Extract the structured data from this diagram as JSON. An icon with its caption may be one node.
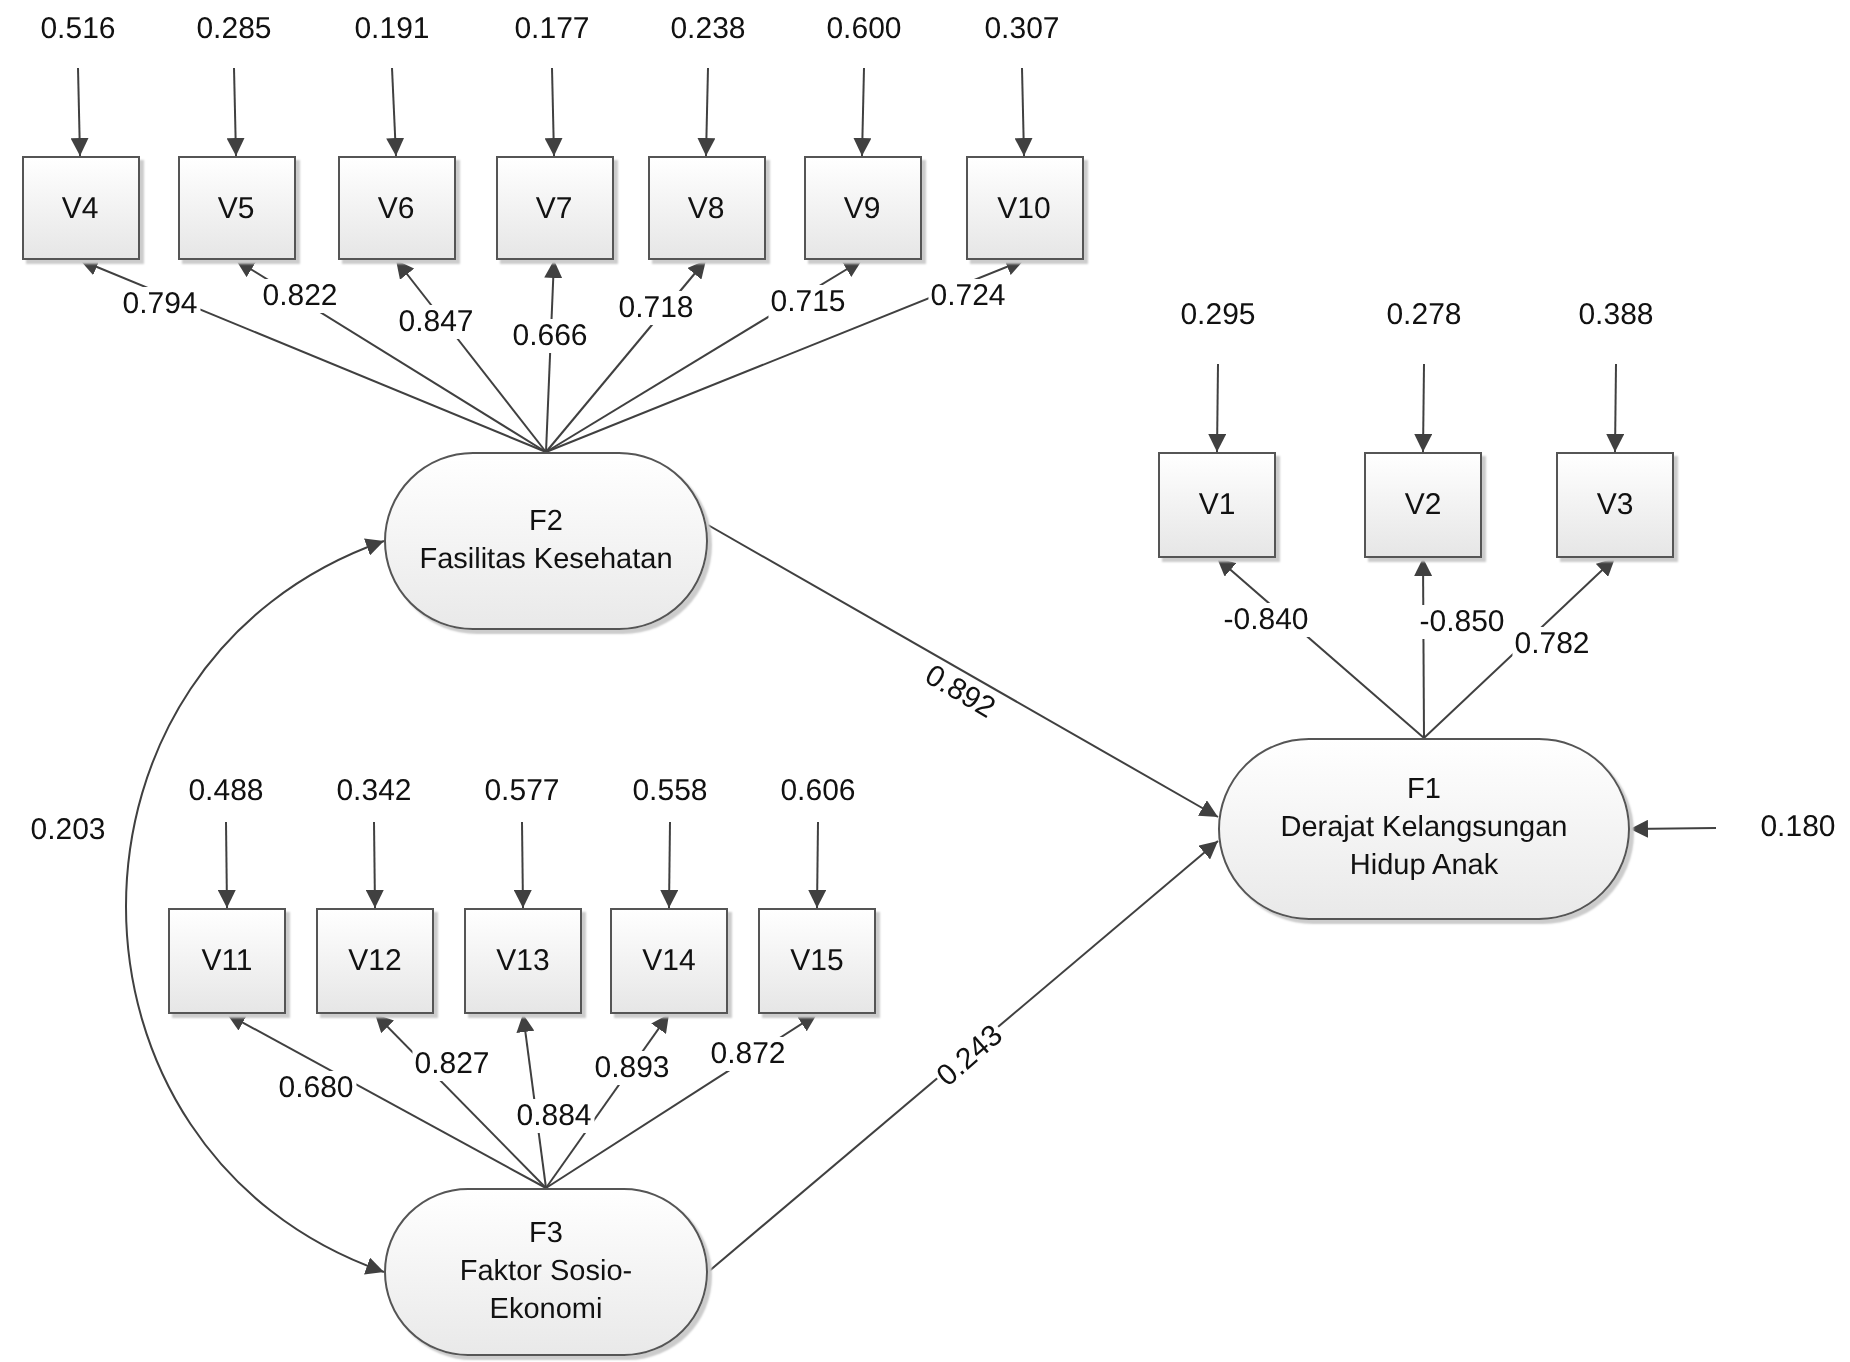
{
  "diagram": {
    "nodes": [
      {
        "text": [
          "0.516"
        ]
      },
      {
        "text": [
          "0.285"
        ]
      },
      {
        "text": [
          "0.191"
        ]
      },
      {
        "text": [
          "0.177"
        ]
      },
      {
        "text": [
          "0.238"
        ]
      },
      {
        "text": [
          "0.600"
        ]
      },
      {
        "text": [
          "0.307"
        ]
      },
      {
        "text": [
          "V4"
        ]
      },
      {
        "text": [
          "V5"
        ]
      },
      {
        "text": [
          "V6"
        ]
      },
      {
        "text": [
          "V7"
        ]
      },
      {
        "text": [
          "V8"
        ]
      },
      {
        "text": [
          "V9"
        ]
      },
      {
        "text": [
          "V10"
        ]
      },
      {
        "text": [
          "F2",
          "Fasilitas Kesehatan"
        ]
      },
      {
        "text": [
          "0.295"
        ]
      },
      {
        "text": [
          "0.278"
        ]
      },
      {
        "text": [
          "0.388"
        ]
      },
      {
        "text": [
          "V1"
        ]
      },
      {
        "text": [
          "V2"
        ]
      },
      {
        "text": [
          "V3"
        ]
      },
      {
        "text": [
          "F1",
          "Derajat Kelangsungan Hidup Anak"
        ]
      },
      {
        "text": [
          "0.180"
        ]
      },
      {
        "text": [
          "0.488"
        ]
      },
      {
        "text": [
          "0.342"
        ]
      },
      {
        "text": [
          "0.577"
        ]
      },
      {
        "text": [
          "0.558"
        ]
      },
      {
        "text": [
          "0.606"
        ]
      },
      {
        "text": [
          "V11"
        ]
      },
      {
        "text": [
          "V12"
        ]
      },
      {
        "text": [
          "V13"
        ]
      },
      {
        "text": [
          "V14"
        ]
      },
      {
        "text": [
          "V15"
        ]
      },
      {
        "text": [
          "F3",
          "Faktor Sosio- Ekonomi"
        ]
      }
    ],
    "edges": [
      {
        "from": 0,
        "to": 7,
        "arrow": "to"
      },
      {
        "from": 1,
        "to": 8,
        "arrow": "to"
      },
      {
        "from": 2,
        "to": 9,
        "arrow": "to"
      },
      {
        "from": 3,
        "to": 10,
        "arrow": "to"
      },
      {
        "from": 4,
        "to": 11,
        "arrow": "to"
      },
      {
        "from": 5,
        "to": 12,
        "arrow": "to"
      },
      {
        "from": 6,
        "to": 13,
        "arrow": "to"
      },
      {
        "from": 14,
        "to": 7,
        "arrow": "to",
        "label": "0.794"
      },
      {
        "from": 14,
        "to": 8,
        "arrow": "to",
        "label": "0.822"
      },
      {
        "from": 14,
        "to": 9,
        "arrow": "to",
        "label": "0.847"
      },
      {
        "from": 14,
        "to": 10,
        "arrow": "to",
        "label": "0.666"
      },
      {
        "from": 14,
        "to": 11,
        "arrow": "to",
        "label": "0.718"
      },
      {
        "from": 14,
        "to": 12,
        "arrow": "to",
        "label": "0.715"
      },
      {
        "from": 14,
        "to": 13,
        "arrow": "to",
        "label": "0.724"
      },
      {
        "from": 15,
        "to": 18,
        "arrow": "to"
      },
      {
        "from": 16,
        "to": 19,
        "arrow": "to"
      },
      {
        "from": 17,
        "to": 20,
        "arrow": "to"
      },
      {
        "from": 21,
        "to": 18,
        "arrow": "to",
        "label": "-0.840"
      },
      {
        "from": 21,
        "to": 19,
        "arrow": "to",
        "label": "-0.850"
      },
      {
        "from": 21,
        "to": 20,
        "arrow": "to",
        "label": "0.782"
      },
      {
        "from": 14,
        "to": 21,
        "arrow": "to",
        "label": "0.892"
      },
      {
        "from": 33,
        "to": 21,
        "arrow": "to",
        "label": "0.243"
      },
      {
        "from": 22,
        "to": 21,
        "arrow": "to"
      },
      {
        "from": 23,
        "to": 28,
        "arrow": "to"
      },
      {
        "from": 24,
        "to": 29,
        "arrow": "to"
      },
      {
        "from": 25,
        "to": 30,
        "arrow": "to"
      },
      {
        "from": 26,
        "to": 31,
        "arrow": "to"
      },
      {
        "from": 27,
        "to": 32,
        "arrow": "to"
      },
      {
        "from": 33,
        "to": 28,
        "arrow": "to",
        "label": "0.680"
      },
      {
        "from": 33,
        "to": 29,
        "arrow": "to",
        "label": "0.827"
      },
      {
        "from": 33,
        "to": 30,
        "arrow": "to",
        "label": "0.884"
      },
      {
        "from": 33,
        "to": 31,
        "arrow": "to",
        "label": "0.893"
      },
      {
        "from": 33,
        "to": 32,
        "arrow": "to",
        "label": "0.872"
      },
      {
        "from": 14,
        "to": 33,
        "arrow": "both",
        "label": "0.203"
      }
    ]
  }
}
